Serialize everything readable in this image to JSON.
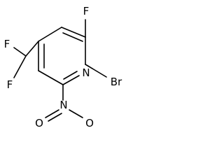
{
  "molecule": {
    "atoms": {
      "f_ring": "F",
      "br": "Br",
      "n_ring": "N",
      "f_upper_chf2": "F",
      "f_lower_chf2": "F",
      "n_nitro": "N",
      "o_nitro_double": "O",
      "o_nitro_single": "O"
    }
  },
  "colors": {
    "ink": "#000000",
    "background": "#ffffff"
  }
}
